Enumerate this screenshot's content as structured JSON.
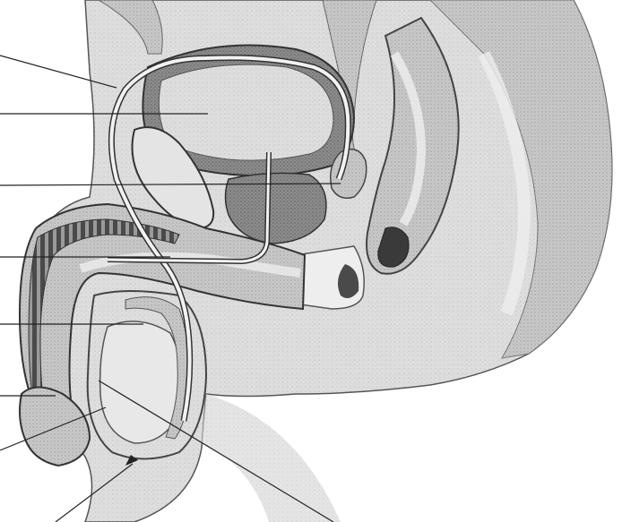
{
  "diagram": {
    "label_lines": [
      {
        "id": "leader-1"
      },
      {
        "id": "leader-2"
      },
      {
        "id": "leader-3"
      },
      {
        "id": "leader-4"
      },
      {
        "id": "leader-5"
      },
      {
        "id": "leader-6"
      },
      {
        "id": "leader-7"
      },
      {
        "id": "leader-8"
      },
      {
        "id": "leader-9"
      }
    ]
  }
}
